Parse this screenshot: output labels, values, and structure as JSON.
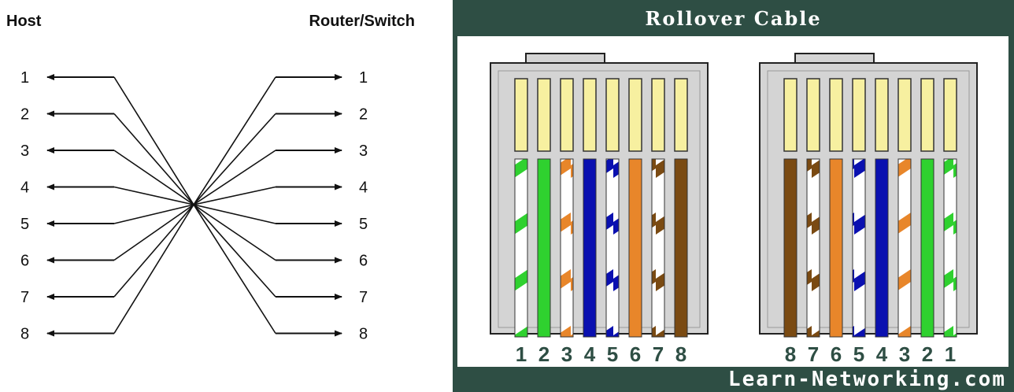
{
  "left": {
    "host_label": "Host",
    "router_label": "Router/Switch",
    "host_pins": [
      "1",
      "2",
      "3",
      "4",
      "5",
      "6",
      "7",
      "8"
    ],
    "router_pins": [
      "1",
      "2",
      "3",
      "4",
      "5",
      "6",
      "7",
      "8"
    ]
  },
  "right": {
    "title": "Rollover Cable",
    "footer": "Learn-Networking.com",
    "colors": {
      "frame": "#2e4e44",
      "connector_body": "#d4d4d4",
      "gold_contact": "#f7f0a0",
      "green": "#2fd12f",
      "orange": "#e8862a",
      "blue": "#0a10b0",
      "brown": "#7a4a12",
      "white": "#ffffff"
    },
    "connector_left": {
      "pin_numbers": [
        "1",
        "2",
        "3",
        "4",
        "5",
        "6",
        "7",
        "8"
      ],
      "wires": [
        {
          "color": "green",
          "striped": true
        },
        {
          "color": "green",
          "striped": false
        },
        {
          "color": "orange",
          "striped": true
        },
        {
          "color": "blue",
          "striped": false
        },
        {
          "color": "blue",
          "striped": true
        },
        {
          "color": "orange",
          "striped": false
        },
        {
          "color": "brown",
          "striped": true
        },
        {
          "color": "brown",
          "striped": false
        }
      ]
    },
    "connector_right": {
      "pin_numbers": [
        "8",
        "7",
        "6",
        "5",
        "4",
        "3",
        "2",
        "1"
      ],
      "wires": [
        {
          "color": "brown",
          "striped": false
        },
        {
          "color": "brown",
          "striped": true
        },
        {
          "color": "orange",
          "striped": false
        },
        {
          "color": "blue",
          "striped": true
        },
        {
          "color": "blue",
          "striped": false
        },
        {
          "color": "orange",
          "striped": true
        },
        {
          "color": "green",
          "striped": false
        },
        {
          "color": "green",
          "striped": true
        }
      ]
    }
  }
}
